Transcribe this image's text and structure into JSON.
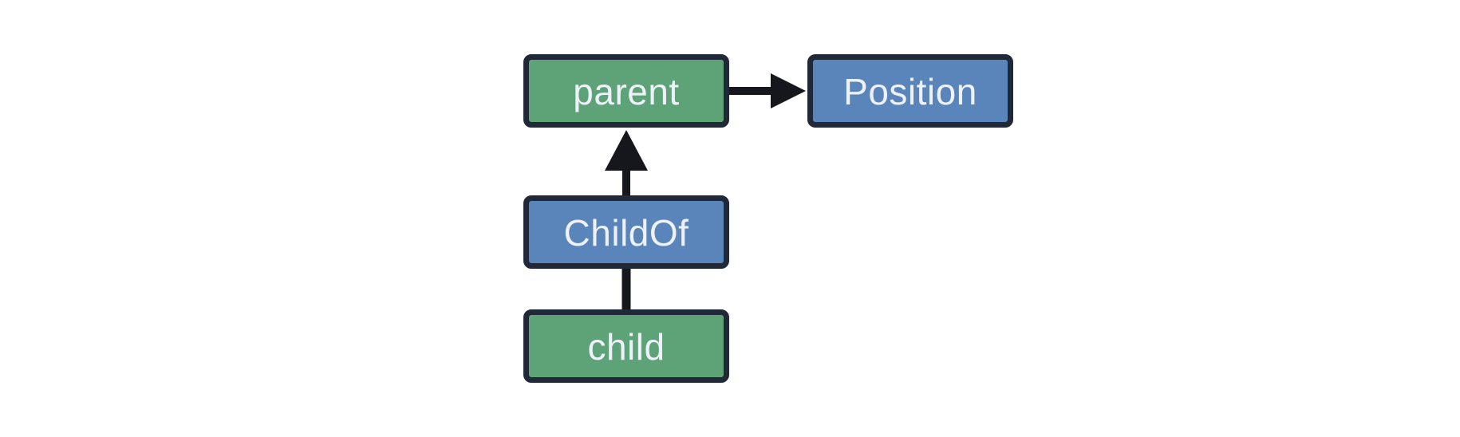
{
  "diagram": {
    "colors": {
      "entity_fill": "#5ea377",
      "component_fill": "#5a85ba",
      "node_border": "#212837",
      "node_text": "#eef1f9",
      "arrow": "#15171c",
      "background": "#ffffff"
    },
    "nodes": [
      {
        "id": "parent",
        "label": "parent",
        "kind": "entity"
      },
      {
        "id": "position",
        "label": "Position",
        "kind": "component"
      },
      {
        "id": "childof",
        "label": "ChildOf",
        "kind": "component"
      },
      {
        "id": "child",
        "label": "child",
        "kind": "entity"
      }
    ],
    "edges": [
      {
        "from": "parent",
        "to": "Position",
        "style": "arrow"
      },
      {
        "from": "ChildOf",
        "to": "parent",
        "style": "arrow"
      },
      {
        "from": "child",
        "to": "ChildOf",
        "style": "line"
      }
    ]
  }
}
